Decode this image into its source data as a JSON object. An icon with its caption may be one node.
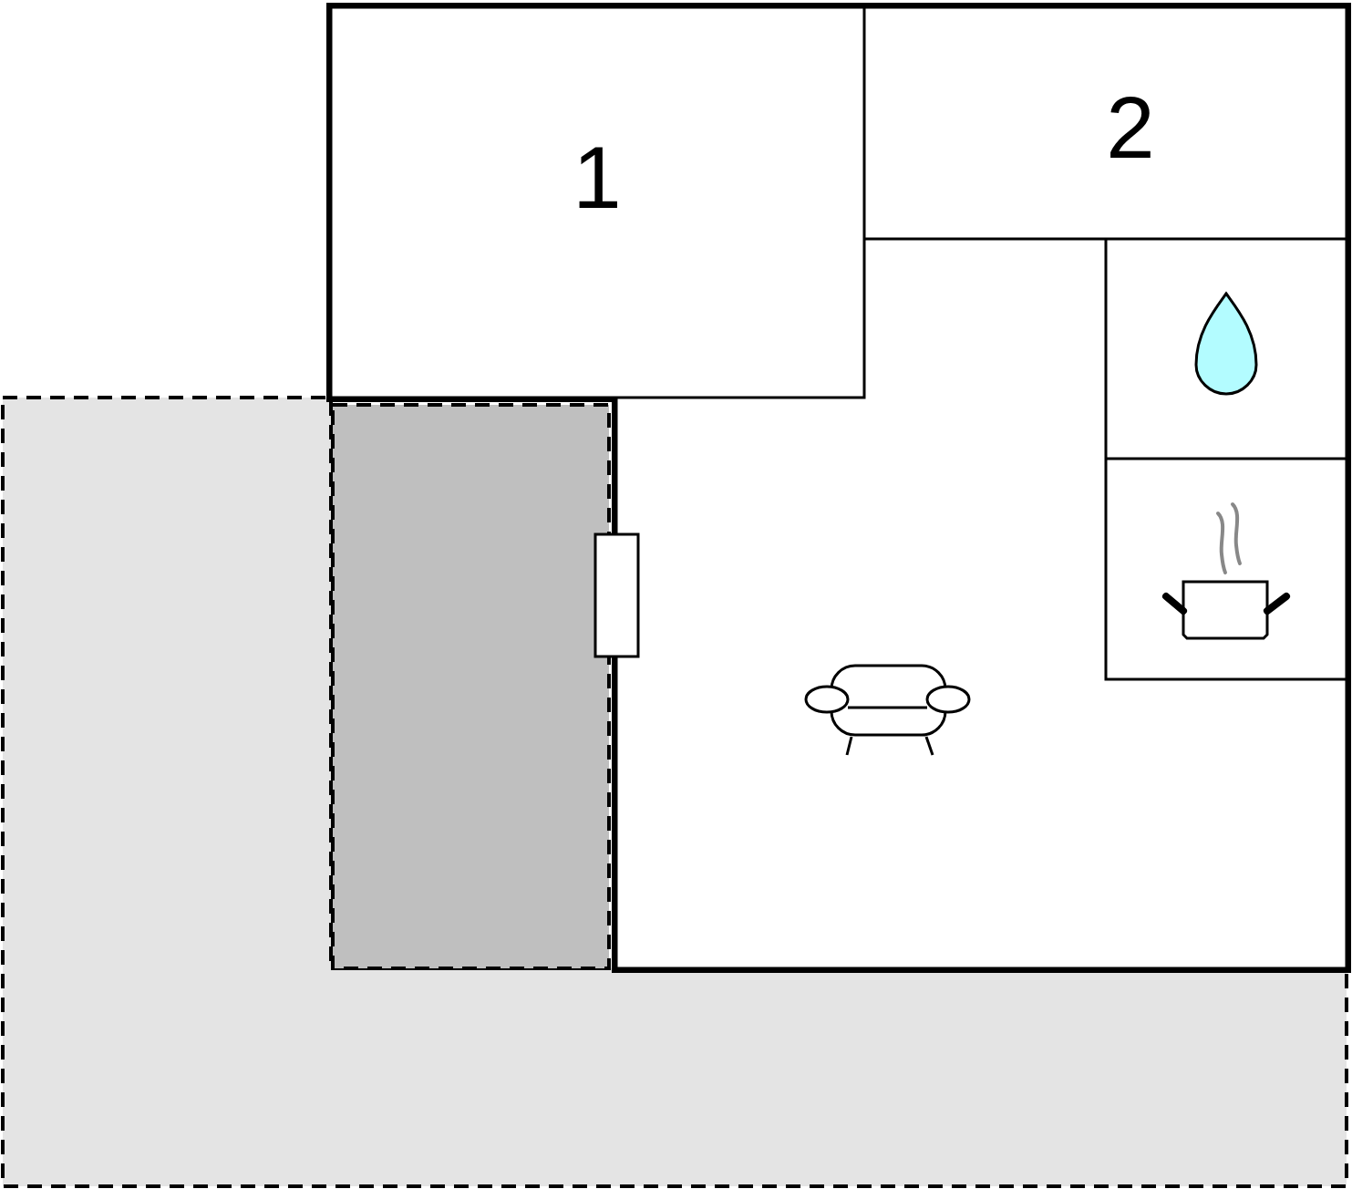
{
  "diagram": {
    "nodes": [
      {
        "text": [
          "1"
        ]
      },
      {
        "text": [
          "2"
        ]
      },
      {
        "text": [],
        "shape": "box"
      },
      {
        "text": [],
        "shape": "box"
      },
      {
        "text": [],
        "shape": "box"
      },
      {
        "text": [],
        "shape": "box"
      },
      {
        "text": [],
        "shape": "box"
      },
      {
        "text": [],
        "shape": "box"
      }
    ]
  }
}
